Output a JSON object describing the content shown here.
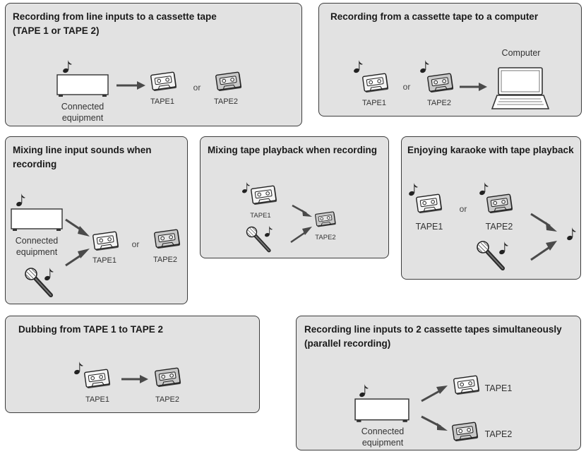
{
  "panels": {
    "p1": {
      "title_line1": "Recording from line inputs to a cassette tape",
      "title_line2": "(TAPE 1 or TAPE 2)"
    },
    "p2": {
      "title": "Recording from a cassette tape to a computer"
    },
    "p3": {
      "title_line1": "Mixing line input sounds when",
      "title_line2": "recording"
    },
    "p4": {
      "title": "Mixing tape playback when recording"
    },
    "p5": {
      "title": "Enjoying karaoke with tape playback"
    },
    "p6": {
      "title": "Dubbing from TAPE 1 to TAPE 2"
    },
    "p7": {
      "title_line1": "Recording line inputs to 2 cassette tapes simultaneously",
      "title_line2": "(parallel recording)"
    }
  },
  "labels": {
    "tape1": "TAPE1",
    "tape2": "TAPE2",
    "or": "or",
    "computer": "Computer",
    "connected_line1": "Connected",
    "connected_line2": "equipment"
  },
  "icons": [
    "music-note-icon",
    "cassette-tape-icon",
    "audio-component-icon",
    "microphone-icon",
    "laptop-icon",
    "arrow-icon"
  ],
  "colors": {
    "panel_bg": "#e2e2e2",
    "panel_border": "#3c3c3c",
    "cassette_light": "#f4f4f4",
    "cassette_dark": "#c8c8c8",
    "arrow": "#4a4a4a"
  }
}
